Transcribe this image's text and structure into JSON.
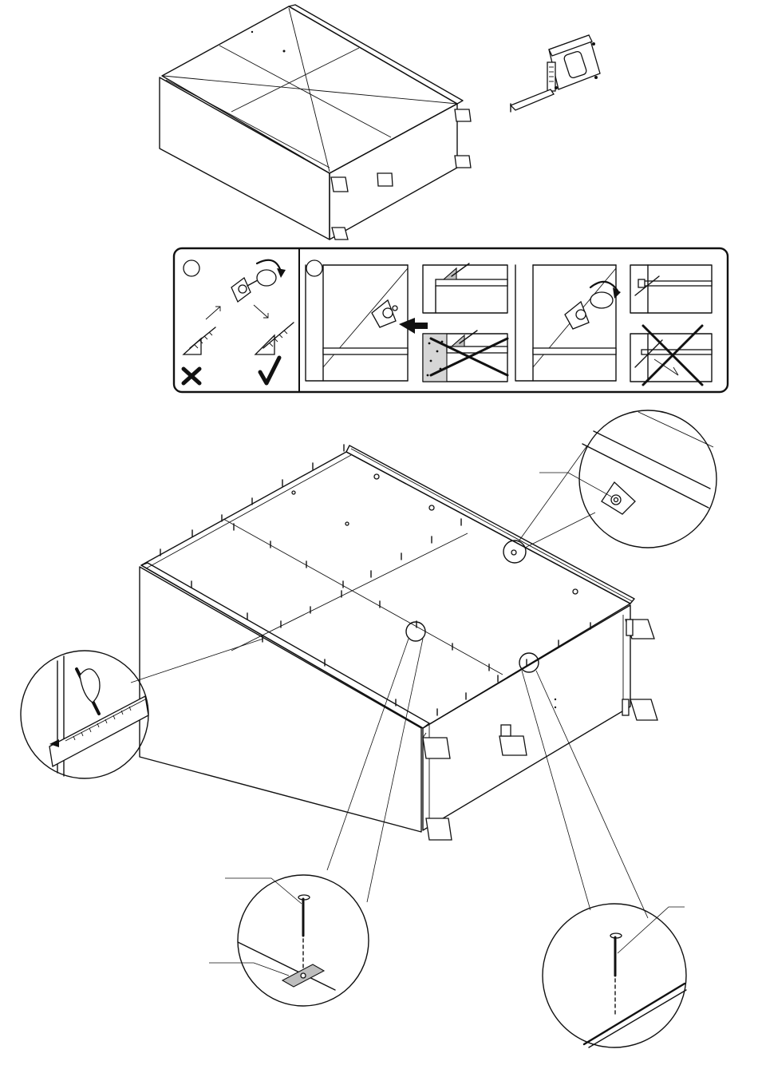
{
  "instruction_panel": {
    "step_markers": [
      {
        "id": "marker-1",
        "label": ""
      },
      {
        "id": "marker-2",
        "label": ""
      }
    ],
    "verdicts": {
      "wrong": "wrong",
      "correct": "correct"
    }
  },
  "callouts": {
    "corner_bracket_label": "",
    "pencil_mark_label": "",
    "nail_label": "",
    "nail_plate_label": "",
    "nail_front_label": ""
  },
  "colors": {
    "line": "#111111",
    "background": "#ffffff",
    "fill_grey": "#bdbdbd"
  }
}
